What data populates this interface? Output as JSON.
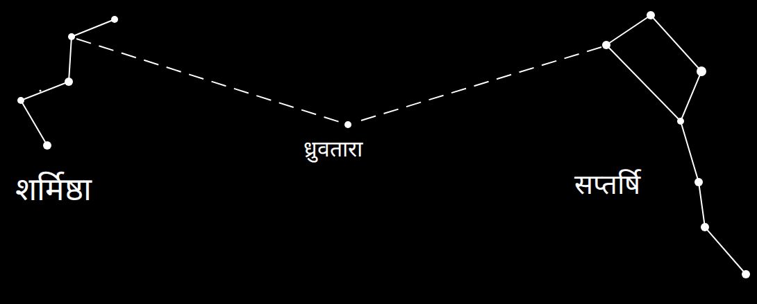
{
  "diagram": {
    "labels": [
      "शर्मिष्ठा",
      "ध्रुवतारा",
      "सप्तर्षि"
    ]
  }
}
